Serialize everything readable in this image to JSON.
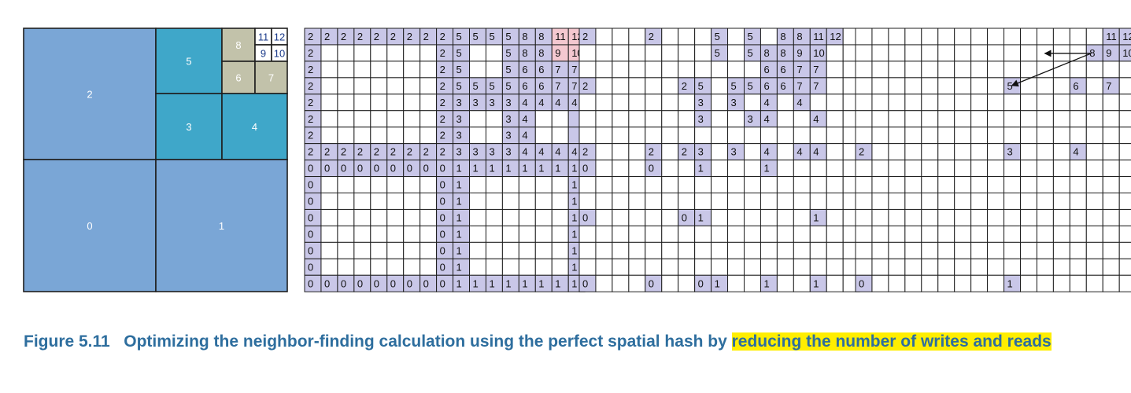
{
  "colors": {
    "region_light": "#7aa6d6",
    "region_mid": "#3fa7c9",
    "region_small": "#c2c2aa",
    "cell_fill": "#c9c7e8",
    "cell_pink": "#f4c8d0",
    "stroke": "#1f1f1f",
    "caption": "#2e6e9e",
    "highlight": "#ffee00"
  },
  "mesh": {
    "regions": [
      {
        "label": "2",
        "kind": "large"
      },
      {
        "label": "5",
        "kind": "mid"
      },
      {
        "label": "8",
        "kind": "small"
      },
      {
        "label": "11",
        "kind": "tiny"
      },
      {
        "label": "12",
        "kind": "tiny"
      },
      {
        "label": "9",
        "kind": "tiny"
      },
      {
        "label": "10",
        "kind": "tiny"
      },
      {
        "label": "6",
        "kind": "small"
      },
      {
        "label": "7",
        "kind": "small"
      },
      {
        "label": "3",
        "kind": "mid"
      },
      {
        "label": "4",
        "kind": "mid"
      },
      {
        "label": "0",
        "kind": "large"
      },
      {
        "label": "1",
        "kind": "large"
      }
    ]
  },
  "grids": [
    {
      "name": "full-hash",
      "rows": [
        [
          "2",
          "2",
          "2",
          "2",
          "2",
          "2",
          "2",
          "2",
          "2",
          "5",
          "5",
          "5",
          "5",
          "8",
          "8",
          "11",
          "12"
        ],
        [
          "2",
          "",
          "",
          "",
          "",
          "",
          "",
          "",
          "2",
          "5",
          "",
          "",
          "5",
          "8",
          "8",
          "9",
          "10"
        ],
        [
          "2",
          "",
          "",
          "",
          "",
          "",
          "",
          "",
          "2",
          "5",
          "",
          "",
          "5",
          "6",
          "6",
          "7",
          "7"
        ],
        [
          "2",
          "",
          "",
          "",
          "",
          "",
          "",
          "",
          "2",
          "5",
          "5",
          "5",
          "5",
          "6",
          "6",
          "7",
          "7"
        ],
        [
          "2",
          "",
          "",
          "",
          "",
          "",
          "",
          "",
          "2",
          "3",
          "3",
          "3",
          "3",
          "4",
          "4",
          "4",
          "4"
        ],
        [
          "2",
          "",
          "",
          "",
          "",
          "",
          "",
          "",
          "2",
          "3",
          "",
          "",
          "3",
          "4",
          "",
          "",
          "*"
        ],
        [
          "2",
          "",
          "",
          "",
          "",
          "",
          "",
          "",
          "2",
          "3",
          "",
          "",
          "3",
          "4",
          "",
          "",
          "*"
        ],
        [
          "2",
          "2",
          "2",
          "2",
          "2",
          "2",
          "2",
          "2",
          "2",
          "3",
          "3",
          "3",
          "3",
          "4",
          "4",
          "4",
          "4"
        ],
        [
          "0",
          "0",
          "0",
          "0",
          "0",
          "0",
          "0",
          "0",
          "0",
          "1",
          "1",
          "1",
          "1",
          "1",
          "1",
          "1",
          "1"
        ],
        [
          "0",
          "",
          "",
          "",
          "",
          "",
          "",
          "",
          "0",
          "1",
          "",
          "",
          "",
          "",
          "",
          "",
          "1"
        ],
        [
          "0",
          "",
          "",
          "",
          "",
          "",
          "",
          "",
          "0",
          "1",
          "",
          "",
          "",
          "",
          "",
          "",
          "1"
        ],
        [
          "0",
          "",
          "",
          "",
          "",
          "",
          "",
          "",
          "0",
          "1",
          "",
          "",
          "",
          "",
          "",
          "",
          "1"
        ],
        [
          "0",
          "",
          "",
          "",
          "",
          "",
          "",
          "",
          "0",
          "1",
          "",
          "",
          "",
          "",
          "",
          "",
          "1"
        ],
        [
          "0",
          "",
          "",
          "",
          "",
          "",
          "",
          "",
          "0",
          "1",
          "",
          "",
          "",
          "",
          "",
          "",
          "1"
        ],
        [
          "0",
          "",
          "",
          "",
          "",
          "",
          "",
          "",
          "0",
          "1",
          "",
          "",
          "",
          "",
          "",
          "",
          "1"
        ],
        [
          "0",
          "0",
          "0",
          "0",
          "0",
          "0",
          "0",
          "0",
          "0",
          "1",
          "1",
          "1",
          "1",
          "1",
          "1",
          "1",
          "1"
        ]
      ],
      "pink_cells": [
        [
          0,
          15
        ],
        [
          0,
          16
        ],
        [
          1,
          15
        ],
        [
          1,
          16
        ]
      ]
    },
    {
      "name": "reduced-writes",
      "rows": [
        [
          "2",
          "",
          "",
          "",
          "2",
          "",
          "",
          "",
          "5",
          "",
          "5",
          "",
          "8",
          "8",
          "11",
          "12",
          ""
        ],
        [
          "",
          "",
          "",
          "",
          "",
          "",
          "",
          "",
          "5",
          "",
          "5",
          "8",
          "8",
          "9",
          "10",
          "",
          ""
        ],
        [
          "",
          "",
          "",
          "",
          "",
          "",
          "",
          "",
          "",
          "",
          "",
          "6",
          "6",
          "7",
          "7",
          "",
          ""
        ],
        [
          "2",
          "",
          "",
          "",
          "",
          "",
          "2",
          "5",
          "",
          "5",
          "5",
          "6",
          "6",
          "7",
          "7",
          "",
          ""
        ],
        [
          "",
          "",
          "",
          "",
          "",
          "",
          "",
          "3",
          "",
          "3",
          "",
          "4",
          "",
          "4",
          "",
          "",
          ""
        ],
        [
          "",
          "",
          "",
          "",
          "",
          "",
          "",
          "3",
          "",
          "",
          "3",
          "4",
          "",
          "",
          "4",
          "",
          ""
        ],
        [
          "",
          "",
          "",
          "",
          "",
          "",
          "",
          "",
          "",
          "",
          "",
          "",
          "",
          "",
          "",
          "",
          ""
        ],
        [
          "2",
          "",
          "",
          "",
          "2",
          "",
          "2",
          "3",
          "",
          "3",
          "",
          "4",
          "",
          "4",
          "4",
          "",
          ""
        ],
        [
          "0",
          "",
          "",
          "",
          "0",
          "",
          "",
          "1",
          "",
          "",
          "",
          "1",
          "",
          "",
          "",
          "",
          ""
        ],
        [
          "",
          "",
          "",
          "",
          "",
          "",
          "",
          "",
          "",
          "",
          "",
          "",
          "",
          "",
          "",
          "",
          ""
        ],
        [
          "",
          "",
          "",
          "",
          "",
          "",
          "",
          "",
          "",
          "",
          "",
          "",
          "",
          "",
          "",
          "",
          ""
        ],
        [
          "0",
          "",
          "",
          "",
          "",
          "",
          "0",
          "1",
          "",
          "",
          "",
          "",
          "",
          "",
          "1",
          "",
          ""
        ],
        [
          "",
          "",
          "",
          "",
          "",
          "",
          "",
          "",
          "",
          "",
          "",
          "",
          "",
          "",
          "",
          "",
          ""
        ],
        [
          "",
          "",
          "",
          "",
          "",
          "",
          "",
          "",
          "",
          "",
          "",
          "",
          "",
          "",
          "",
          "",
          ""
        ],
        [
          "",
          "",
          "",
          "",
          "",
          "",
          "",
          "",
          "",
          "",
          "",
          "",
          "",
          "",
          "",
          "",
          ""
        ],
        [
          "0",
          "",
          "",
          "",
          "0",
          "",
          "",
          "0",
          "1",
          "",
          "",
          "1",
          "",
          "",
          "1",
          "",
          ""
        ]
      ],
      "pink_cells": []
    },
    {
      "name": "reduced-reads",
      "rows": [
        [
          "",
          "",
          "",
          "",
          "",
          "",
          "",
          "",
          "",
          "",
          "",
          "",
          "",
          "",
          "",
          "11",
          "12"
        ],
        [
          "",
          "",
          "",
          "",
          "",
          "",
          "",
          "",
          "",
          "",
          "",
          "",
          "",
          "",
          "8",
          "9",
          "10"
        ],
        [
          "",
          "",
          "",
          "",
          "",
          "",
          "",
          "",
          "",
          "",
          "",
          "",
          "",
          "",
          "",
          "",
          ""
        ],
        [
          "",
          "",
          "",
          "",
          "",
          "",
          "",
          "",
          "",
          "5",
          "",
          "",
          "",
          "6",
          "",
          "7",
          ""
        ],
        [
          "",
          "",
          "",
          "",
          "",
          "",
          "",
          "",
          "",
          "",
          "",
          "",
          "",
          "",
          "",
          "",
          ""
        ],
        [
          "",
          "",
          "",
          "",
          "",
          "",
          "",
          "",
          "",
          "",
          "",
          "",
          "",
          "",
          "",
          "",
          ""
        ],
        [
          "",
          "",
          "",
          "",
          "",
          "",
          "",
          "",
          "",
          "",
          "",
          "",
          "",
          "",
          "",
          "",
          ""
        ],
        [
          "2",
          "",
          "",
          "",
          "",
          "",
          "",
          "",
          "",
          "3",
          "",
          "",
          "",
          "4",
          "",
          "",
          ""
        ],
        [
          "",
          "",
          "",
          "",
          "",
          "",
          "",
          "",
          "",
          "",
          "",
          "",
          "",
          "",
          "",
          "",
          ""
        ],
        [
          "",
          "",
          "",
          "",
          "",
          "",
          "",
          "",
          "",
          "",
          "",
          "",
          "",
          "",
          "",
          "",
          ""
        ],
        [
          "",
          "",
          "",
          "",
          "",
          "",
          "",
          "",
          "",
          "",
          "",
          "",
          "",
          "",
          "",
          "",
          ""
        ],
        [
          "",
          "",
          "",
          "",
          "",
          "",
          "",
          "",
          "",
          "",
          "",
          "",
          "",
          "",
          "",
          "",
          ""
        ],
        [
          "",
          "",
          "",
          "",
          "",
          "",
          "",
          "",
          "",
          "",
          "",
          "",
          "",
          "",
          "",
          "",
          ""
        ],
        [
          "",
          "",
          "",
          "",
          "",
          "",
          "",
          "",
          "",
          "",
          "",
          "",
          "",
          "",
          "",
          "",
          ""
        ],
        [
          "",
          "",
          "",
          "",
          "",
          "",
          "",
          "",
          "",
          "",
          "",
          "",
          "",
          "",
          "",
          "",
          ""
        ],
        [
          "0",
          "",
          "",
          "",
          "",
          "",
          "",
          "",
          "",
          "1",
          "",
          "",
          "",
          "",
          "",
          "",
          ""
        ]
      ],
      "pink_cells": []
    }
  ],
  "caption": {
    "label": "Figure 5.11",
    "text": "Optimizing the neighbor-finding calculation using the perfect spatial hash by ",
    "highlight": "reducing the number of writes and reads"
  }
}
